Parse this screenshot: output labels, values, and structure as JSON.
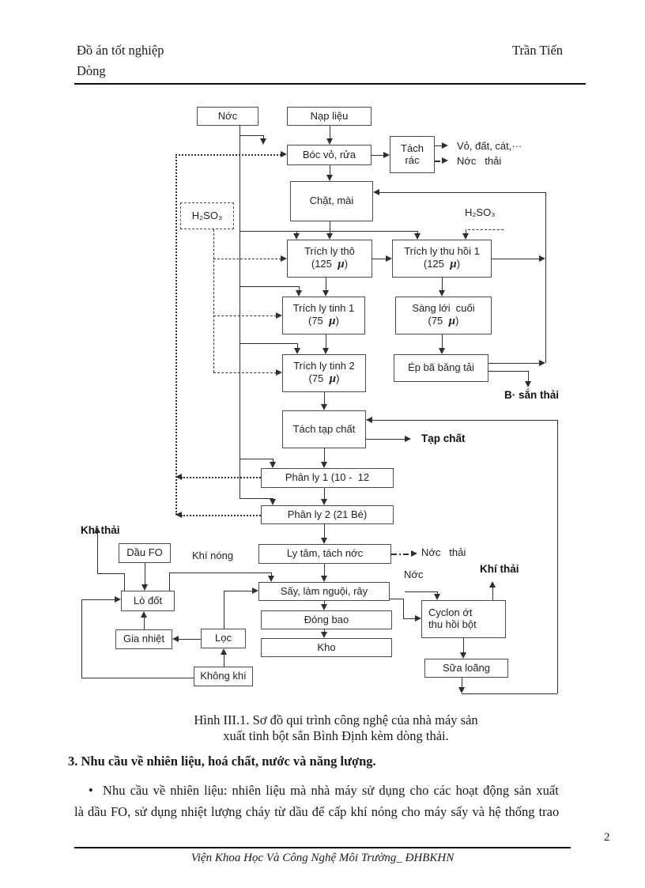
{
  "page": {
    "number": "2"
  },
  "header": {
    "project": "Đồ án tốt nghiệp",
    "author": "Trần Tiến",
    "line2": "Dòng"
  },
  "colors": {
    "ink": "#1a1a1a",
    "line": "#2f2f2f",
    "box_border": "#4c4c4c"
  },
  "diagram": {
    "boxes": [
      {
        "id": "nuoc",
        "label": "Nớc"
      },
      {
        "id": "nap_lieu",
        "label": "Nạp liệu"
      },
      {
        "id": "boc_vo",
        "label": "Bóc vỏ, rửa"
      },
      {
        "id": "tach_rac",
        "label": "Tách\nrác"
      },
      {
        "id": "chat_mai",
        "label": "Chặt, mài"
      },
      {
        "id": "h2so3_box",
        "label": "H₂SO₃"
      },
      {
        "id": "trich_ly_tho",
        "label": "Trích ly thô",
        "sub": "(125  µ)"
      },
      {
        "id": "trich_ly_thu_hoi",
        "label": "Trích ly thu hồi 1",
        "sub": "(125  µ)"
      },
      {
        "id": "trich_ly_tinh1",
        "label": "Trích ly tinh 1",
        "sub": "(75  µ)"
      },
      {
        "id": "sang_loi_cuoi",
        "label": "Sàng lới  cuối",
        "sub": "(75  µ)"
      },
      {
        "id": "trich_ly_tinh2",
        "label": "Trích ly tinh 2",
        "sub": "(75  µ)"
      },
      {
        "id": "ep_ba",
        "label": "Ép bã băng tải"
      },
      {
        "id": "tach_tap_chat",
        "label": "Tách tạp chất"
      },
      {
        "id": "phan_ly1",
        "label": "Phân ly 1 (10 -  12"
      },
      {
        "id": "phan_ly2",
        "label": "Phân ly 2 (21 Bé)"
      },
      {
        "id": "ly_tam",
        "label": "Ly tâm, tách nớc"
      },
      {
        "id": "say",
        "label": "Sấy, làm nguội, rây"
      },
      {
        "id": "dong_bao",
        "label": "Đóng bao"
      },
      {
        "id": "kho",
        "label": "Kho"
      },
      {
        "id": "dau_fo",
        "label": "Dầu FO"
      },
      {
        "id": "lo_dot",
        "label": "Lò đốt"
      },
      {
        "id": "gia_nhiet",
        "label": "Gia nhiệt"
      },
      {
        "id": "loc",
        "label": "Lọc"
      },
      {
        "id": "khong_khi",
        "label": "Không khí"
      },
      {
        "id": "cyclon",
        "label": "Cyclon ớt\nthu hồi bột"
      },
      {
        "id": "sua_loang",
        "label": "Sữa loãng"
      }
    ],
    "labels": [
      {
        "id": "vo_dat",
        "text": "Vỏ, đất, cát,···"
      },
      {
        "id": "nuoc_thai_top",
        "text": "Nớc   thải"
      },
      {
        "id": "h2so3_right",
        "text": "H₂SO₃"
      },
      {
        "id": "b_san_thai",
        "text": "B· sắn thải",
        "bold": true
      },
      {
        "id": "tap_chat",
        "text": "Tạp chất",
        "bold": true
      },
      {
        "id": "khi_thai_left",
        "text": "Khí thải",
        "bold": true
      },
      {
        "id": "khi_nong",
        "text": "Khí nóng"
      },
      {
        "id": "nuoc_thai_mid",
        "text": "Nớc   thải"
      },
      {
        "id": "khi_thai_right",
        "text": "Khí thải",
        "bold": true
      },
      {
        "id": "nuoc_mid",
        "text": "Nớc"
      }
    ]
  },
  "caption": {
    "line1": "Hình III.1. Sơ đồ qui trình công nghệ của nhà máy sản",
    "line2": "xuất tinh bột sắn Bình Định kèm dòng thải."
  },
  "section": {
    "heading": "3. Nhu cầu về nhiên liệu, hoá chất, nước và năng lượng."
  },
  "paragraph": {
    "line1": "•  Nhu cầu về nhiên liệu: nhiên liệu mà nhà máy sử dụng cho các hoạt động sản xuất",
    "line2": "là dầu FO, sử dụng nhiệt lượng cháy từ dầu để cấp khí nóng cho máy sấy và hệ thống trao"
  },
  "footer": {
    "text": "Viện Khoa Học Và Công Nghệ Môi Trường_ ĐHBKHN"
  }
}
